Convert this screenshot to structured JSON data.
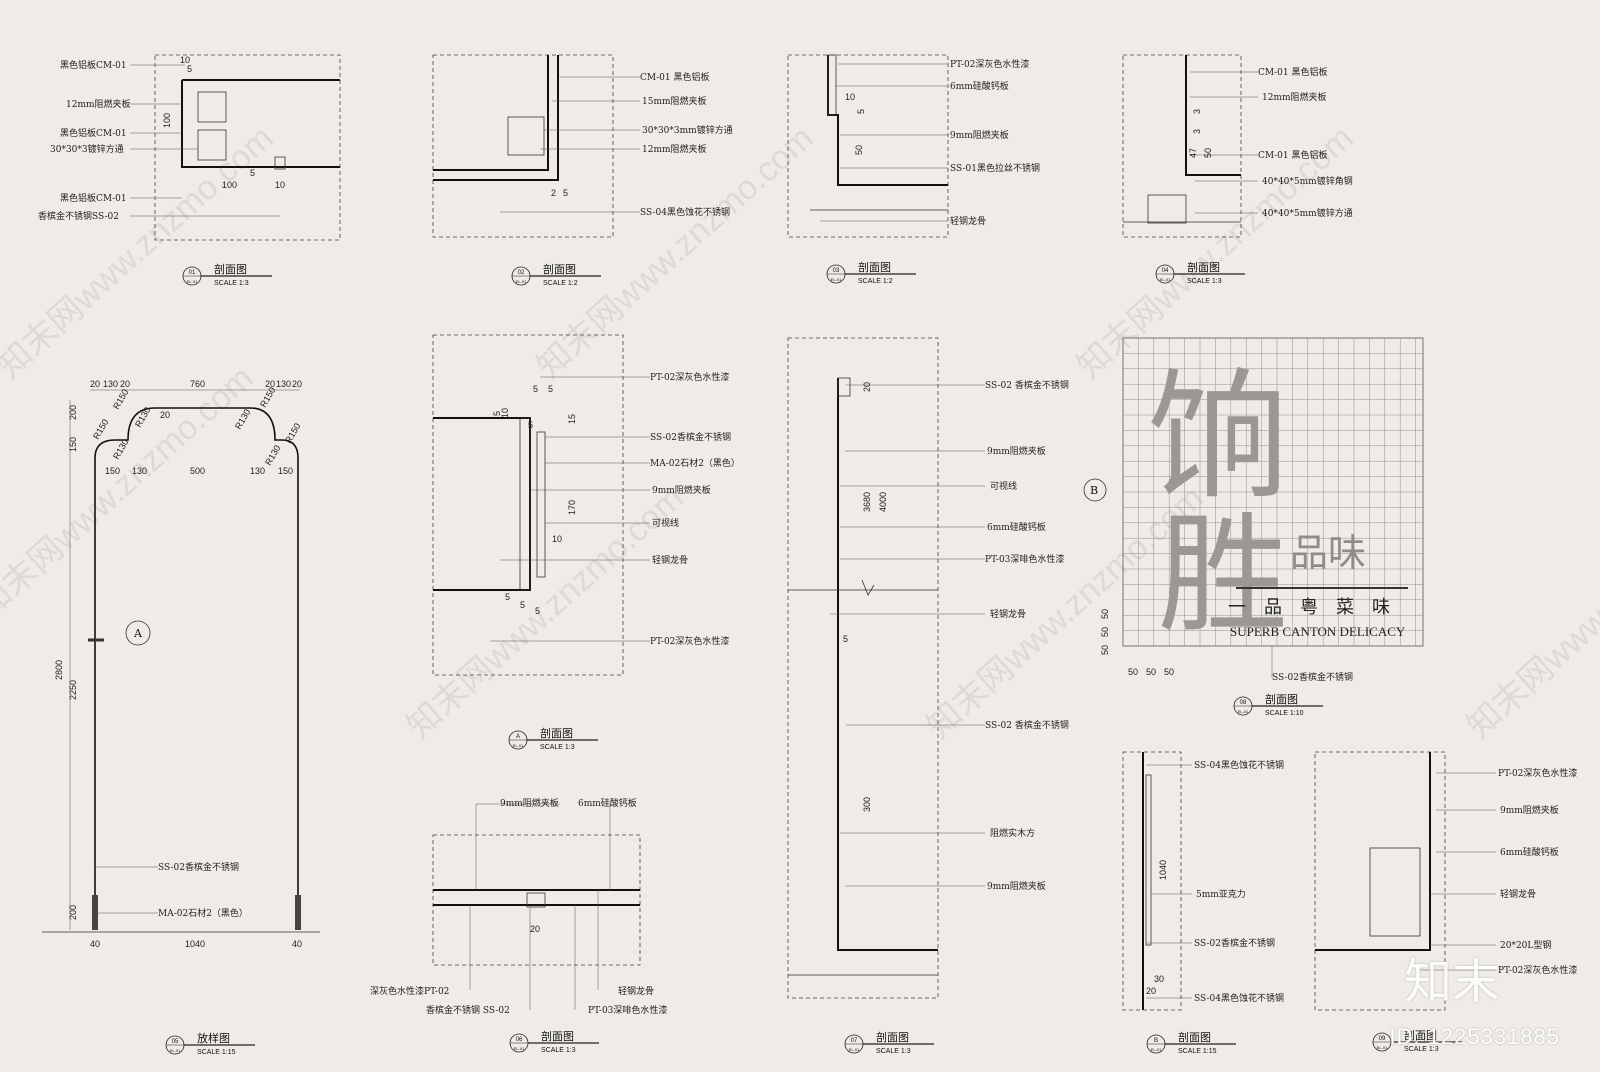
{
  "watermark": "知末网www.znzmo.com",
  "brand": {
    "logo": "知末",
    "id": "ID: 1225331885"
  },
  "sign": {
    "big1": "饷",
    "big2": "胜",
    "mid": "品味",
    "sub_cn": "一品粤菜味",
    "sub_en": "SUPERB CANTON DELICACY"
  },
  "callouts": {
    "s01": {
      "no": "01",
      "sheet": "EL-01",
      "title": "剖面图",
      "scale": "SCALE 1:3"
    },
    "s02": {
      "no": "02",
      "sheet": "EL-01",
      "title": "剖面图",
      "scale": "SCALE 1:2"
    },
    "s03": {
      "no": "03",
      "sheet": "EL-01",
      "title": "剖面图",
      "scale": "SCALE 1:2"
    },
    "s04": {
      "no": "04",
      "sheet": "EL-01",
      "title": "剖面图",
      "scale": "SCALE 1:3"
    },
    "s05": {
      "no": "05",
      "sheet": "EL-01",
      "title": "放样图",
      "scale": "SCALE 1:15"
    },
    "sA": {
      "no": "A",
      "sheet": "EL-01",
      "title": "剖面图",
      "scale": "SCALE 1:3"
    },
    "s06": {
      "no": "06",
      "sheet": "EL-01",
      "title": "剖面图",
      "scale": "SCALE 1:3"
    },
    "s07": {
      "no": "07",
      "sheet": "EL-01",
      "title": "剖面图",
      "scale": "SCALE 1:3"
    },
    "s08": {
      "no": "08",
      "sheet": "EL-01",
      "title": "剖面图",
      "scale": "SCALE 1:10"
    },
    "sB": {
      "no": "B",
      "sheet": "EL-01",
      "title": "剖面图",
      "scale": "SCALE 1:15"
    },
    "s09": {
      "no": "09",
      "sheet": "EL-01",
      "title": "剖面图",
      "scale": "SCALE 1:3"
    }
  },
  "labels": {
    "d01": [
      "黑色铝板CM-01",
      "12mm阻燃夹板",
      "黑色铝板CM-01",
      "30*30*3镀锌方通",
      "黑色铝板CM-01",
      "香槟金不锈钢SS-02"
    ],
    "d02": [
      "CM-01 黑色铝板",
      "15mm阻燃夹板",
      "30*30*3mm镀锌方通",
      "12mm阻燃夹板",
      "SS-04黑色蚀花不锈钢"
    ],
    "d03": [
      "PT-02深灰色水性漆",
      "6mm硅酸钙板",
      "9mm阻燃夹板",
      "SS-01黑色拉丝不锈钢",
      "轻钢龙骨"
    ],
    "d04": [
      "CM-01 黑色铝板",
      "12mm阻燃夹板",
      "CM-01 黑色铝板",
      "40*40*5mm镀锌角钢",
      "40*40*5mm镀锌方通"
    ],
    "d05": [
      "SS-02香槟金不锈钢",
      "MA-02石材2（黑色）"
    ],
    "dA": [
      "PT-02深灰色水性漆",
      "SS-02香槟金不锈钢",
      "MA-02石材2（黑色）",
      "9mm阻燃夹板",
      "可视线",
      "轻钢龙骨",
      "PT-02深灰色水性漆"
    ],
    "d06": [
      "9mm阻燃夹板",
      "6mm硅酸钙板",
      "深灰色水性漆PT-02",
      "香槟金不锈钢 SS-02",
      "轻钢龙骨",
      "PT-03深啡色水性漆"
    ],
    "d07": [
      "SS-02 香槟金不锈钢",
      "9mm阻燃夹板",
      "可视线",
      "6mm硅酸钙板",
      "PT-03深啡色水性漆",
      "轻钢龙骨",
      "SS-02 香槟金不锈钢",
      "阻燃实木方",
      "9mm阻燃夹板"
    ],
    "d08": [
      "SS-02香槟金不锈钢"
    ],
    "dB": [
      "SS-04黑色蚀花不锈钢",
      "5mm亚克力",
      "SS-02香槟金不锈钢",
      "SS-04黑色蚀花不锈钢"
    ],
    "d09": [
      "PT-02深灰色水性漆",
      "9mm阻燃夹板",
      "6mm硅酸钙板",
      "轻钢龙骨",
      "20*20L型钢",
      "PT-02深灰色水性漆"
    ]
  },
  "dims": {
    "d01": [
      "10",
      "5",
      "100",
      "100",
      "10",
      "5"
    ],
    "d02": [
      "2",
      "5"
    ],
    "d03": [
      "10",
      "5",
      "50"
    ],
    "d04": [
      "3",
      "3",
      "47",
      "50"
    ],
    "d05": [
      "20",
      "130",
      "20",
      "760",
      "20",
      "130",
      "20",
      "R150",
      "R130",
      "20",
      "R130",
      "R150",
      "200",
      "150",
      "R150",
      "R130",
      "150",
      "130",
      "500",
      "130",
      "150",
      "R130",
      "R150",
      "2800",
      "2250",
      "200",
      "40",
      "1040",
      "40"
    ],
    "dA": [
      "5",
      "5",
      "5",
      "10",
      "5",
      "15",
      "170",
      "10",
      "5",
      "5",
      "5"
    ],
    "d06": [
      "20"
    ],
    "d07": [
      "20",
      "3680",
      "4000",
      "5",
      "300"
    ],
    "d08": [
      "50",
      "50",
      "50",
      "50",
      "50",
      "50"
    ],
    "dB": [
      "1040",
      "30",
      "20"
    ]
  },
  "markers": {
    "section_A": "A",
    "section_B": "B"
  }
}
